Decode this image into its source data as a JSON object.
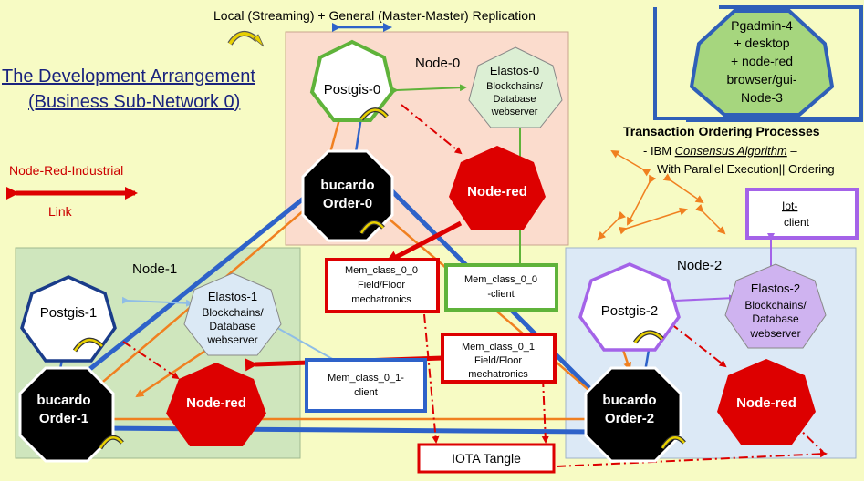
{
  "header": {
    "title_line1": "The Development Arrangement",
    "title_line2": "(Business Sub-Network 0)",
    "replication": "Local (Streaming) + General  (Master-Master) Replication"
  },
  "nodes": {
    "node0": "Node-0",
    "node1": "Node-1",
    "node2": "Node-2"
  },
  "pgadmin": {
    "line1": "Pgadmin-4",
    "line2": "+ desktop",
    "line3": "+ node-red",
    "line4": "browser/gui-",
    "line5": "Node-3"
  },
  "transaction": {
    "title": "Transaction Ordering Processes",
    "line1_prefix": "-   IBM ",
    "line1_italic": "Consensus Algorithm",
    "line1_suffix": " –",
    "line2": "With Parallel Execution|| Ordering"
  },
  "legend": {
    "title": "Node-Red-Industrial",
    "link": "Link"
  },
  "labels": {
    "postgis0": "Postgis-0",
    "postgis1": "Postgis-1",
    "postgis2": "Postgis-2",
    "elastos0": [
      "Elastos-0",
      "Blockchains/",
      "Database",
      "webserver"
    ],
    "elastos1": [
      "Elastos-1",
      "Blockchains/",
      "Database",
      "webserver"
    ],
    "elastos2": [
      "Elastos-2",
      "Blockchains/",
      "Database",
      "webserver"
    ],
    "bucardo0": [
      "bucardo",
      "Order-0"
    ],
    "bucardo1": [
      "bucardo",
      "Order-1"
    ],
    "bucardo2": [
      "bucardo",
      "Order-2"
    ],
    "nodered": "Node-red",
    "iot": [
      "Iot-",
      "client"
    ],
    "mem00": [
      "Mem_class_0_0",
      "Field/Floor",
      "mechatronics"
    ],
    "mem00client": [
      "Mem_class_0_0",
      "-client"
    ],
    "mem01client": [
      "Mem_class_0_1-",
      "client"
    ],
    "mem01": [
      "Mem_class_0_1",
      "Field/Floor",
      "mechatronics"
    ],
    "iota": "IOTA Tangle"
  },
  "colors": {
    "background": "#f7fbc4",
    "node0_box": "#fbdccd",
    "node1_box": "#cfe6bd",
    "node2_box": "#dce9f6",
    "red": "#dd0000",
    "blue": "#3366cc",
    "orange": "#f08020",
    "green": "#5fb33a",
    "purple": "#a463e8",
    "navy": "#1a237e"
  }
}
